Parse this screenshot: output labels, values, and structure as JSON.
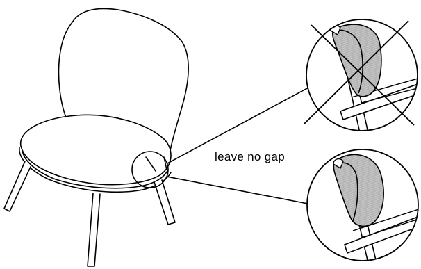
{
  "diagram": {
    "callout_label": "leave no gap",
    "colors": {
      "line": "#000000",
      "background": "#ffffff",
      "cushion_fill": "#b5b5b5",
      "hatch": "#ffffff"
    },
    "views": [
      {
        "role": "incorrect",
        "mark": "cross"
      },
      {
        "role": "correct",
        "mark": "none"
      }
    ],
    "icons": [
      "chair-illustration",
      "magnifier-circle",
      "cross-mark"
    ]
  }
}
